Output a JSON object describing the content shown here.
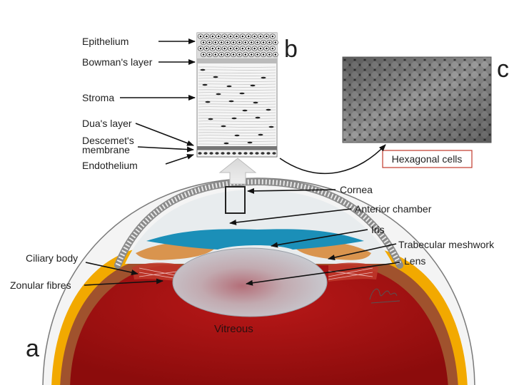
{
  "panels": {
    "a": "a",
    "b": "b",
    "c": "c"
  },
  "layers": {
    "epithelium": "Epithelium",
    "bowman": "Bowman's layer",
    "stroma": "Stroma",
    "dua": "Dua's layer",
    "descemet_line1": "Descemet's",
    "descemet_line2": "membrane",
    "endothelium": "Endothelium"
  },
  "eye": {
    "cornea": "Cornea",
    "anterior_chamber": "Anterior chamber",
    "iris": "Iris",
    "trabecular": "Trabecular meshwork",
    "lens": "Lens",
    "ciliary_body": "Ciliary body",
    "zonular_fibres": "Zonular fibres",
    "vitreous": "Vitreous"
  },
  "micrograph": {
    "caption": "Hexagonal cells"
  },
  "colors": {
    "sclera_yellow": "#f2a900",
    "choroid_brown": "#a0522d",
    "vitreous_red": "#a51010",
    "iris_tan": "#d9944e",
    "iris_blue": "#1b8fb8",
    "lens_grey": "#b8bcc4",
    "caption_border": "#c0392b"
  }
}
